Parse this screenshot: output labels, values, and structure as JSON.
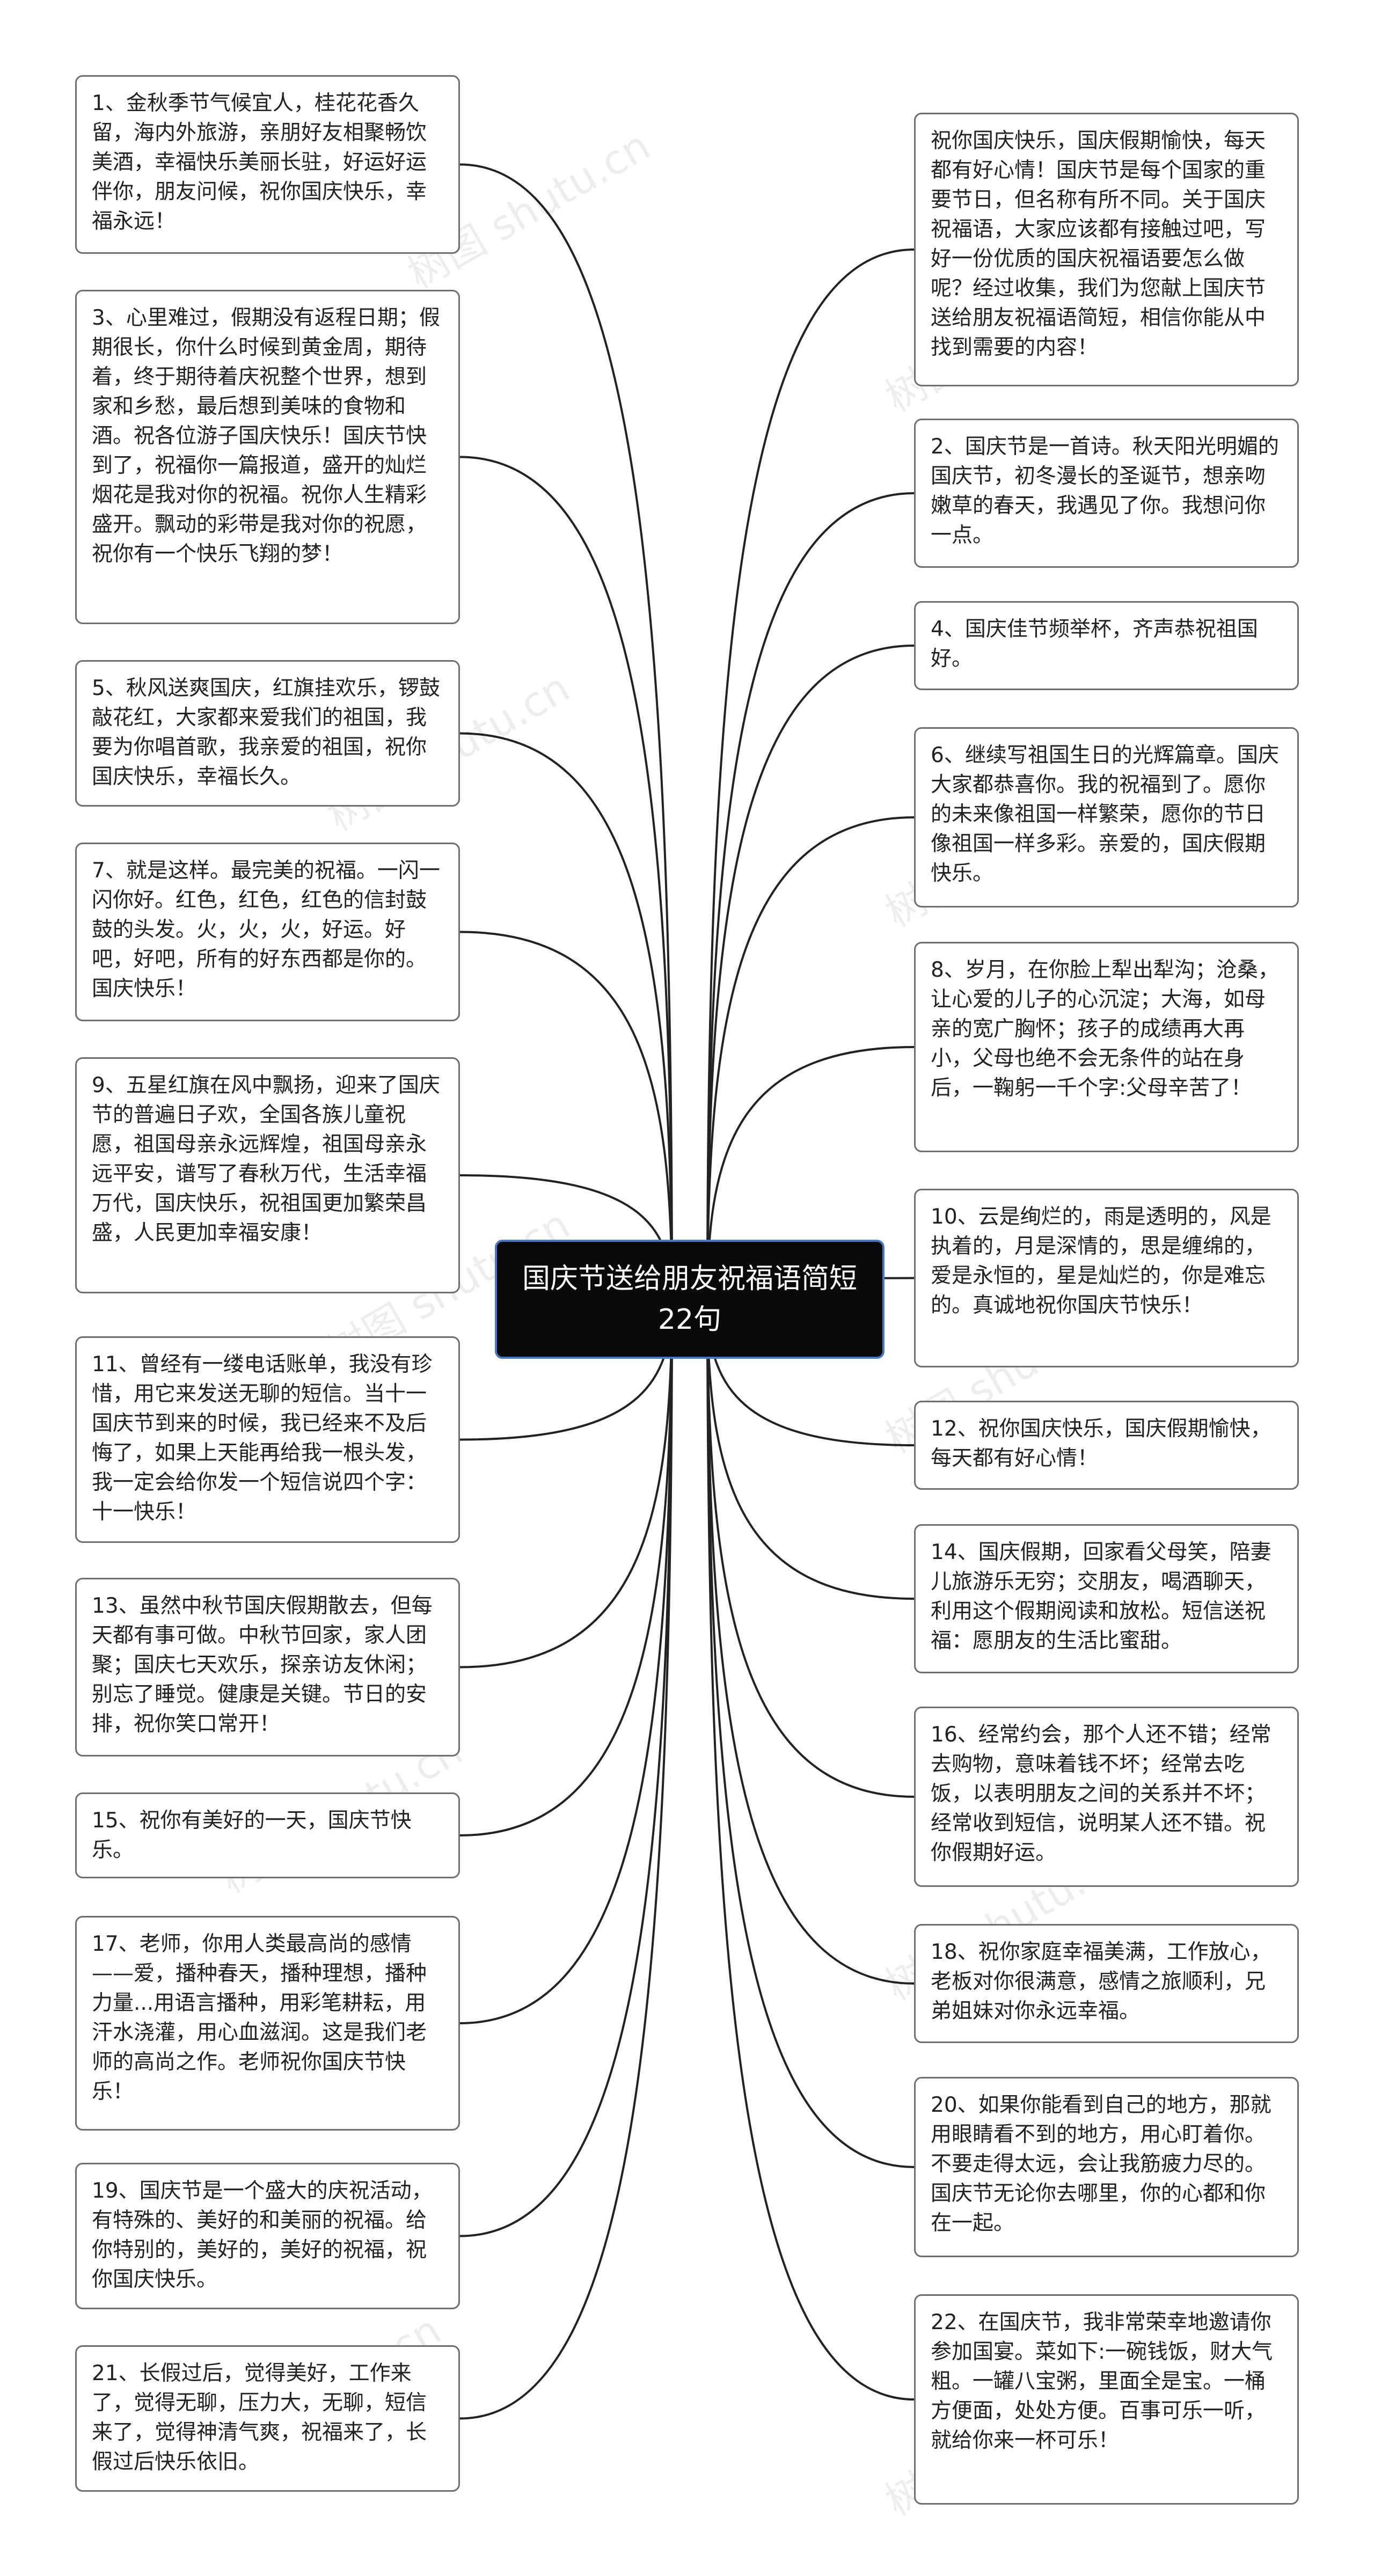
{
  "center": {
    "title": "国庆节送给朋友祝福语简短22句"
  },
  "watermark": "树图 shutu.cn",
  "colors": {
    "line": "#222222",
    "node_border": "#6f6f6f",
    "center_bg": "#0a0a0a",
    "center_border": "#4a78c9"
  },
  "left_nodes": [
    {
      "text": "1、金秋季节气候宜人，桂花花香久留，海内外旅游，亲朋好友相聚畅饮美酒，幸福快乐美丽长驻，好运好运伴你，朋友问候，祝你国庆快乐，幸福永远！"
    },
    {
      "text": "3、心里难过，假期没有返程日期；假期很长，你什么时候到黄金周，期待着，终于期待着庆祝整个世界，想到家和乡愁，最后想到美味的食物和酒。祝各位游子国庆快乐！国庆节快到了，祝福你一篇报道，盛开的灿烂烟花是我对你的祝福。祝你人生精彩盛开。飘动的彩带是我对你的祝愿，祝你有一个快乐飞翔的梦！"
    },
    {
      "text": "5、秋风送爽国庆，红旗挂欢乐，锣鼓敲花红，大家都来爱我们的祖国，我要为你唱首歌，我亲爱的祖国，祝你国庆快乐，幸福长久。"
    },
    {
      "text": "7、就是这样。最完美的祝福。一闪一闪你好。红色，红色，红色的信封鼓鼓的头发。火，火，火，好运。好吧，好吧，所有的好东西都是你的。国庆快乐！"
    },
    {
      "text": "9、五星红旗在风中飘扬，迎来了国庆节的普遍日子欢，全国各族儿童祝愿，祖国母亲永远辉煌，祖国母亲永远平安，谱写了春秋万代，生活幸福万代，国庆快乐，祝祖国更加繁荣昌盛，人民更加幸福安康！"
    },
    {
      "text": "11、曾经有一缕电话账单，我没有珍惜，用它来发送无聊的短信。当十一国庆节到来的时候，我已经来不及后悔了，如果上天能再给我一根头发，我一定会给你发一个短信说四个字：十一快乐！"
    },
    {
      "text": "13、虽然中秋节国庆假期散去，但每天都有事可做。中秋节回家，家人团聚；国庆七天欢乐，探亲访友休闲；别忘了睡觉。健康是关键。节日的安排，祝你笑口常开！"
    },
    {
      "text": "15、祝你有美好的一天，国庆节快乐。"
    },
    {
      "text": "17、老师，你用人类最高尚的感情——爱，播种春天，播种理想，播种力量...用语言播种，用彩笔耕耘，用汗水浇灌，用心血滋润。这是我们老师的高尚之作。老师祝你国庆节快乐！"
    },
    {
      "text": "19、国庆节是一个盛大的庆祝活动，有特殊的、美好的和美丽的祝福。给你特别的，美好的，美好的祝福，祝你国庆快乐。"
    },
    {
      "text": "21、长假过后，觉得美好，工作来了，觉得无聊，压力大，无聊，短信来了，觉得神清气爽，祝福来了，长假过后快乐依旧。"
    }
  ],
  "right_nodes": [
    {
      "text": "祝你国庆快乐，国庆假期愉快，每天都有好心情！国庆节是每个国家的重要节日，但名称有所不同。关于国庆祝福语，大家应该都有接触过吧，写好一份优质的国庆祝福语要怎么做呢？经过收集，我们为您献上国庆节送给朋友祝福语简短，相信你能从中找到需要的内容！"
    },
    {
      "text": "2、国庆节是一首诗。秋天阳光明媚的国庆节，初冬漫长的圣诞节，想亲吻嫩草的春天，我遇见了你。我想问你一点。"
    },
    {
      "text": "4、国庆佳节频举杯，齐声恭祝祖国好。"
    },
    {
      "text": "6、继续写祖国生日的光辉篇章。国庆大家都恭喜你。我的祝福到了。愿你的未来像祖国一样繁荣，愿你的节日像祖国一样多彩。亲爱的，国庆假期快乐。"
    },
    {
      "text": "8、岁月，在你脸上犁出犁沟；沧桑，让心爱的儿子的心沉淀；大海，如母亲的宽广胸怀；孩子的成绩再大再小，父母也绝不会无条件的站在身后，一鞠躬一千个字:父母辛苦了！"
    },
    {
      "text": "10、云是绚烂的，雨是透明的，风是执着的，月是深情的，思是缠绵的，爱是永恒的，星是灿烂的，你是难忘的。真诚地祝你国庆节快乐！"
    },
    {
      "text": "12、祝你国庆快乐，国庆假期愉快，每天都有好心情！"
    },
    {
      "text": "14、国庆假期，回家看父母笑，陪妻儿旅游乐无穷；交朋友，喝酒聊天，利用这个假期阅读和放松。短信送祝福：愿朋友的生活比蜜甜。"
    },
    {
      "text": "16、经常约会，那个人还不错；经常去购物，意味着钱不坏；经常去吃饭，以表明朋友之间的关系并不坏；经常收到短信，说明某人还不错。祝你假期好运。"
    },
    {
      "text": "18、祝你家庭幸福美满，工作放心，老板对你很满意，感情之旅顺利，兄弟姐妹对你永远幸福。"
    },
    {
      "text": "20、如果你能看到自己的地方，那就用眼睛看不到的地方，用心盯着你。不要走得太远，会让我筋疲力尽的。国庆节无论你去哪里，你的心都和你在一起。"
    },
    {
      "text": "22、在国庆节，我非常荣幸地邀请你参加国宴。菜如下:一碗钱饭，财大气粗。一罐八宝粥，里面全是宝。一桶方便面，处处方便。百事可乐一听，就给你来一杯可乐！"
    }
  ]
}
